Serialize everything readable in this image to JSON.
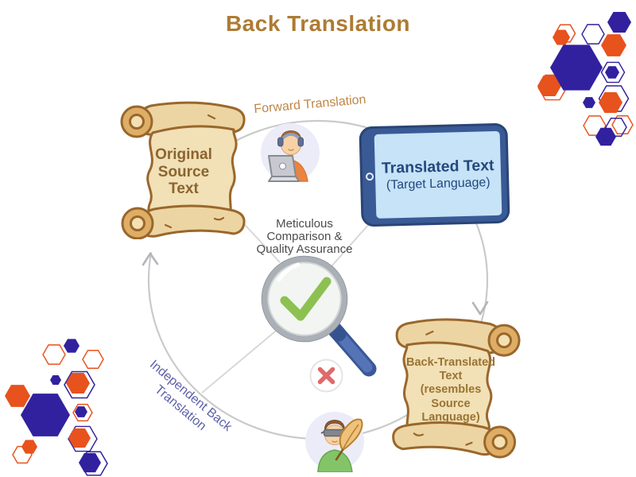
{
  "title": "Back Translation",
  "labels": {
    "forward": "Forward Translation",
    "independent": "Independent Back Translation",
    "center_lines": [
      "Meticulous",
      "Comparison &",
      "Quality Assurance"
    ]
  },
  "nodes": {
    "original_source": {
      "lines": [
        "Original",
        "Source",
        "Text"
      ]
    },
    "translated": {
      "title": "Translated Text",
      "subtitle": "(Target Language)"
    },
    "back_translated": {
      "lines": [
        "Back-Translated",
        "Text",
        "(resembles",
        "Source Language)"
      ]
    }
  },
  "icons": {
    "original_document": "parchment-scroll",
    "translated_device": "tablet-screen",
    "back_translated_document": "parchment-scroll",
    "forward_translator": "translator-with-headset-and-laptop",
    "back_translator": "blindfolded-translator-with-quill",
    "quality_check": "magnifying-glass-with-green-checkmark",
    "error_mark": "red-cross-in-circle",
    "decorations": "hexagon-clusters-top-right-and-bottom-left",
    "cycle": "gray-ellipse-with-arrowheads"
  },
  "palette": {
    "title_gold": "#ad7b33",
    "forward_gold": "#bf8747",
    "scroll_body": "#f2e0b6",
    "scroll_outline": "#99672c",
    "scroll_text": "#8a6530",
    "back_scroll_text": "#9a7433",
    "tablet_frame": "#3a5a96",
    "tablet_screen": "#c6e3f7",
    "tablet_text": "#24487f",
    "independent_purple": "#5d61a9",
    "center_gray": "#4c4c4c",
    "check_green": "#8cc152",
    "cross_red": "#df6a6a",
    "arc_gray": "#cacaca",
    "hex_indigo": "#31219f",
    "hex_orange": "#e8521c"
  }
}
